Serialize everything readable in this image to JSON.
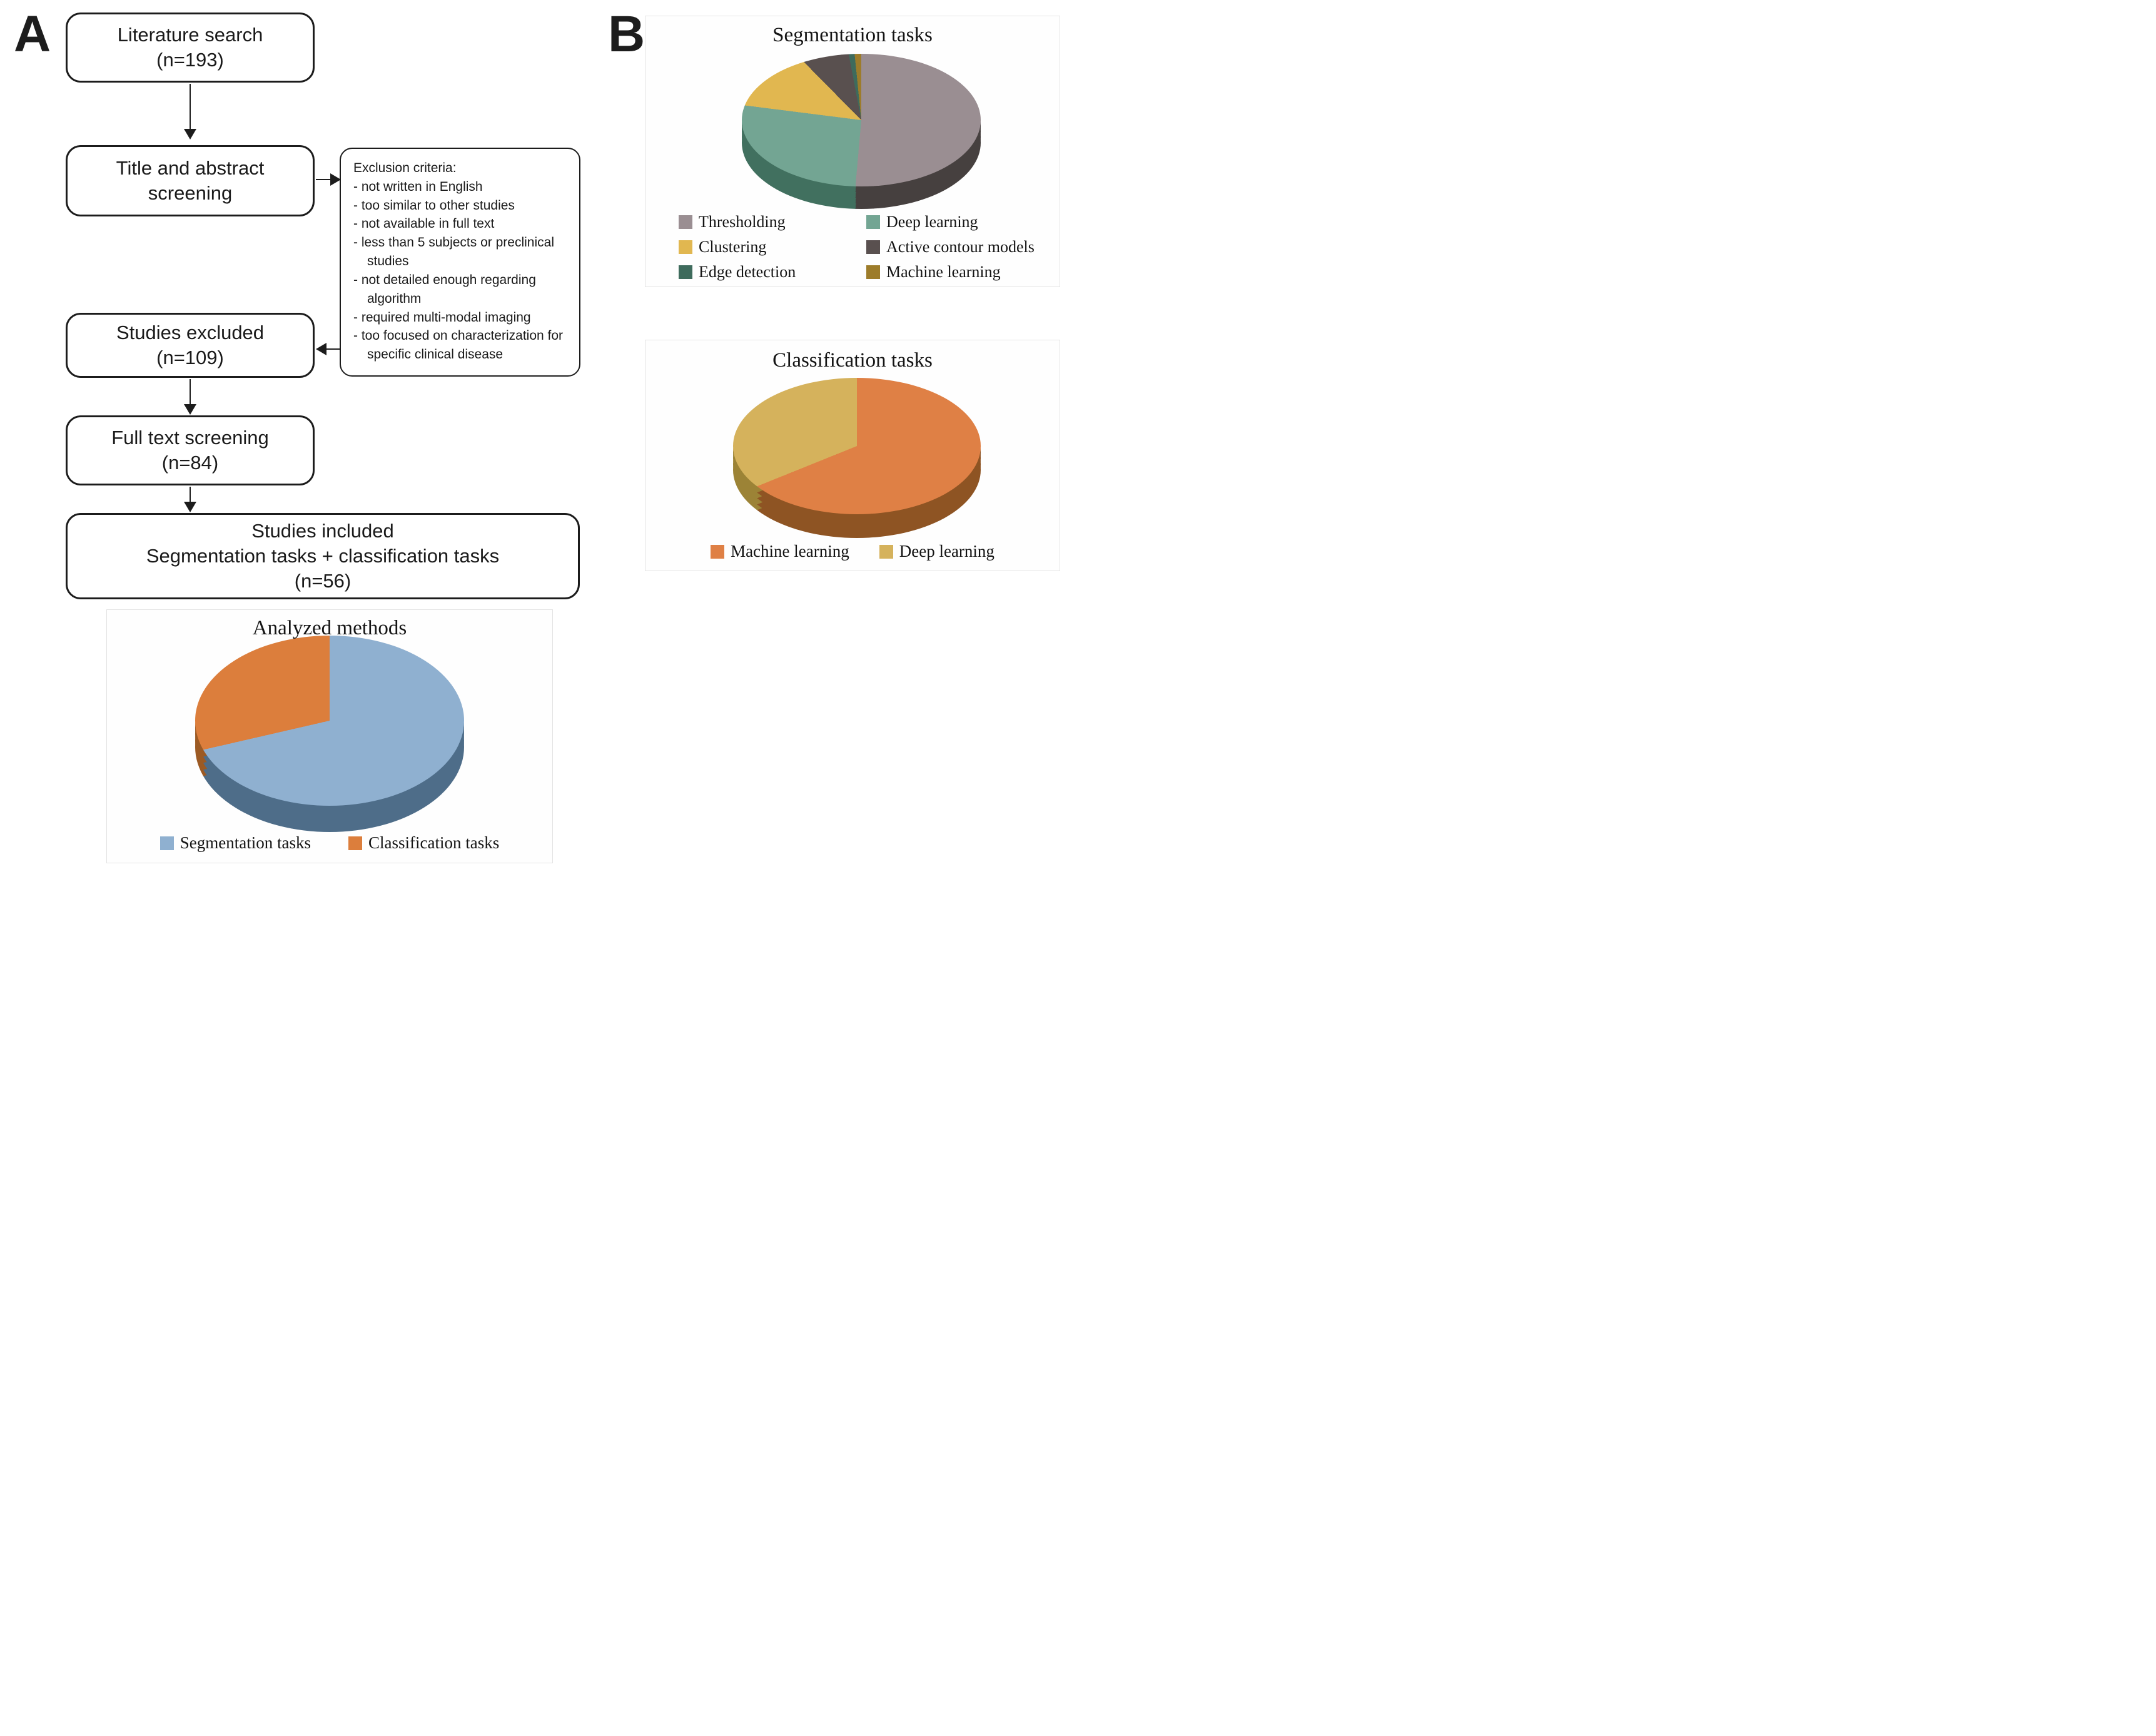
{
  "panel_labels": {
    "a": "A",
    "b": "B"
  },
  "flowchart": {
    "literature": {
      "title": "Literature search",
      "count": "(n=193)"
    },
    "screening": {
      "line1": "Title and abstract",
      "line2": "screening"
    },
    "exclusion": {
      "title": "Exclusion criteria:",
      "items": [
        "- not written in English",
        "- too similar to other studies",
        "- not available in full text",
        "- less than 5 subjects or preclinical studies",
        "- not detailed enough regarding algorithm",
        "- required multi-modal imaging",
        "- too focused on characterization for specific clinical disease"
      ]
    },
    "excluded": {
      "title": "Studies excluded",
      "count": "(n=109)"
    },
    "fulltext": {
      "title": "Full text screening",
      "count": "(n=84)"
    },
    "included": {
      "line1": "Studies included",
      "line2": "Segmentation tasks + classification tasks",
      "line3": "(n=56)"
    }
  },
  "chart_data": [
    {
      "id": "analyzed-methods",
      "type": "pie",
      "style": "3d",
      "title": "Analyzed methods",
      "labels": [
        "Segmentation tasks",
        "Classification tasks"
      ],
      "values_pct": [
        71.4,
        28.6
      ],
      "colors": [
        "#8fb0d0",
        "#dc7e3c"
      ],
      "side_colors": [
        "#4e6d89",
        "#9c5a24"
      ],
      "start_angle_deg": 0,
      "clockwise": true,
      "legend_position": "bottom"
    },
    {
      "id": "segmentation-tasks",
      "type": "pie",
      "style": "3d",
      "title": "Segmentation tasks",
      "labels": [
        "Thresholding",
        "Deep learning",
        "Clustering",
        "Active contour models",
        "Edge detection",
        "Machine learning"
      ],
      "values_pct": [
        51.4,
        25.6,
        10.6,
        9.4,
        1.4,
        1.6
      ],
      "colors": [
        "#9a8e92",
        "#73a593",
        "#e1b750",
        "#59504f",
        "#3e6b5c",
        "#9d7c2a"
      ],
      "side_colors": [
        "#46403f",
        "#41705f",
        "#a2822f",
        "#332e2d",
        "#27473c",
        "#67511a"
      ],
      "start_angle_deg": 0,
      "clockwise": true,
      "legend_position": "bottom",
      "legend_columns": 2
    },
    {
      "id": "classification-tasks",
      "type": "pie",
      "style": "3d",
      "title": "Classification tasks",
      "labels": [
        "Machine learning",
        "Deep learning"
      ],
      "values_pct": [
        68.9,
        31.1
      ],
      "colors": [
        "#df8045",
        "#d5b25c"
      ],
      "side_colors": [
        "#8e5423",
        "#9c8336"
      ],
      "start_angle_deg": 0,
      "clockwise": true,
      "legend_position": "bottom"
    }
  ]
}
